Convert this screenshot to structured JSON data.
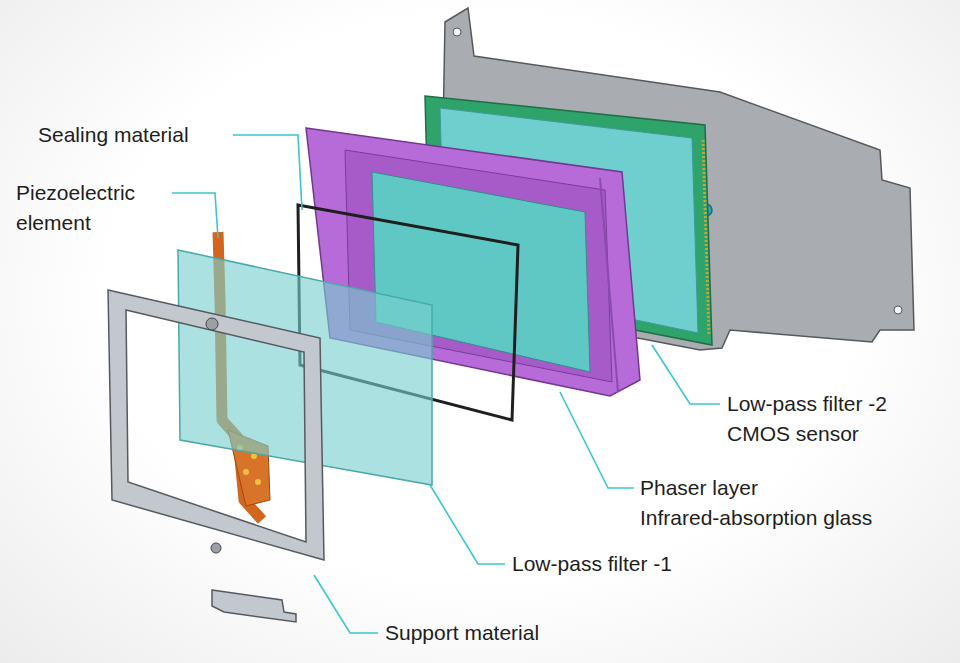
{
  "diagram": {
    "labels": [
      "Sealing material",
      "Piezoelectric element",
      "Low-pass filter -2",
      "CMOS sensor",
      "Phaser layer",
      "Infrared-absorption glass",
      "Low-pass filter -1",
      "Support material"
    ]
  }
}
